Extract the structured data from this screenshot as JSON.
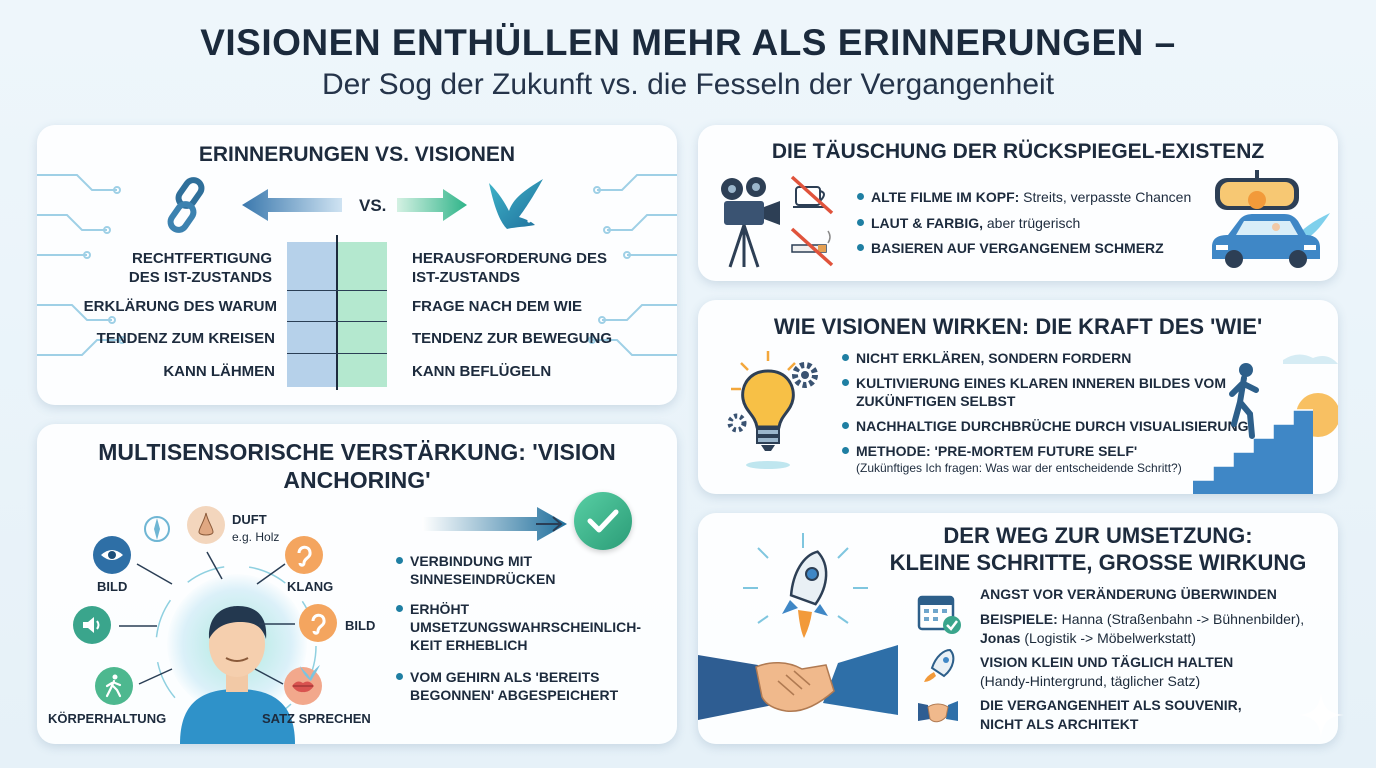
{
  "header": {
    "title": "VISIONEN ENTHÜLLEN MEHR ALS ERINNERUNGEN –",
    "subtitle": "Der Sog der Zukunft vs. die Fesseln der Vergangenheit"
  },
  "comparison": {
    "title": "ERINNERUNGEN VS. VISIONEN",
    "vs_label": "VS.",
    "rows": [
      {
        "left": "RECHTFERTIGUNG DES IST-ZUSTANDS",
        "right": "HERAUSFORDERUNG DES IST-ZUSTANDS"
      },
      {
        "left": "ERKLÄRUNG DES WARUM",
        "right": "FRAGE NACH DEM WIE"
      },
      {
        "left": "TENDENZ ZUM KREISEN",
        "right": "TENDENZ ZUR BEWEGUNG"
      },
      {
        "left": "KANN LÄHMEN",
        "right": "KANN BEFLÜGELN"
      }
    ],
    "colors": {
      "left_band": "#a9c9e6",
      "right_band": "#a6e3c6"
    }
  },
  "multisensory": {
    "title": "MULTISENSORISCHE VERSTÄRKUNG: 'VISION ANCHORING'",
    "senses": {
      "duft": "DUFT",
      "duft_note": "e.g. Holz",
      "bild_left": "BILD",
      "klang": "KLANG",
      "bild_right": "BILD",
      "koerper": "KÖRPERHALTUNG",
      "satz": "SATZ SPRECHEN"
    },
    "bullets": [
      "VERBINDUNG MIT SINNESEINDRÜCKEN",
      "ERHÖHT UMSETZUNGSWAHRSCHEINLICH-KEIT ERHEBLICH",
      "VOM GEHIRN ALS 'BEREITS BEGONNEN' ABGESPEICHERT"
    ]
  },
  "rearview": {
    "title": "DIE TÄUSCHUNG DER RÜCKSPIEGEL-EXISTENZ",
    "bullets": [
      {
        "bold": "ALTE FILME IM KOPF:",
        "text": " Streits, verpasste Chancen"
      },
      {
        "bold": "LAUT & FARBIG,",
        "text": " aber trügerisch"
      },
      {
        "bold": "BASIEREN AUF VERGANGENEM SCHMERZ",
        "text": ""
      }
    ]
  },
  "how": {
    "title": "WIE VISIONEN WIRKEN: DIE KRAFT DES 'WIE'",
    "bullets": [
      {
        "bold": "NICHT ERKLÄREN, SONDERN FORDERN",
        "note": ""
      },
      {
        "bold": "KULTIVIERUNG EINES KLAREN INNEREN BILDES VOM ZUKÜNFTIGEN SELBST",
        "note": ""
      },
      {
        "bold": "NACHHALTIGE DURCHBRÜCHE DURCH VISUALISIERUNG",
        "note": ""
      },
      {
        "bold": "METHODE: 'PRE-MORTEM FUTURE SELF'",
        "note": "(Zukünftiges Ich fragen: Was war der entscheidende Schritt?)"
      }
    ]
  },
  "path": {
    "title_line1": "DER WEG ZUR UMSETZUNG:",
    "title_line2": "KLEINE SCHRITTE, GROSSE WIRKUNG",
    "items": [
      {
        "bold": "ANGST VOR VERÄNDERUNG ÜBERWINDEN"
      },
      {
        "bold": "BEISPIELE:",
        "text1": " Hanna (Straßenbahn -> Bühnenbilder),",
        "bold2": "Jonas",
        "text2": " (Logistik -> Möbelwerkstatt)"
      },
      {
        "bold": "VISION KLEIN UND TÄGLICH HALTEN",
        "note": "(Handy-Hintergrund, täglicher Satz)"
      },
      {
        "bold": "DIE VERGANGENHEIT ALS SOUVENIR, NICHT ALS ARCHITEKT"
      }
    ]
  }
}
